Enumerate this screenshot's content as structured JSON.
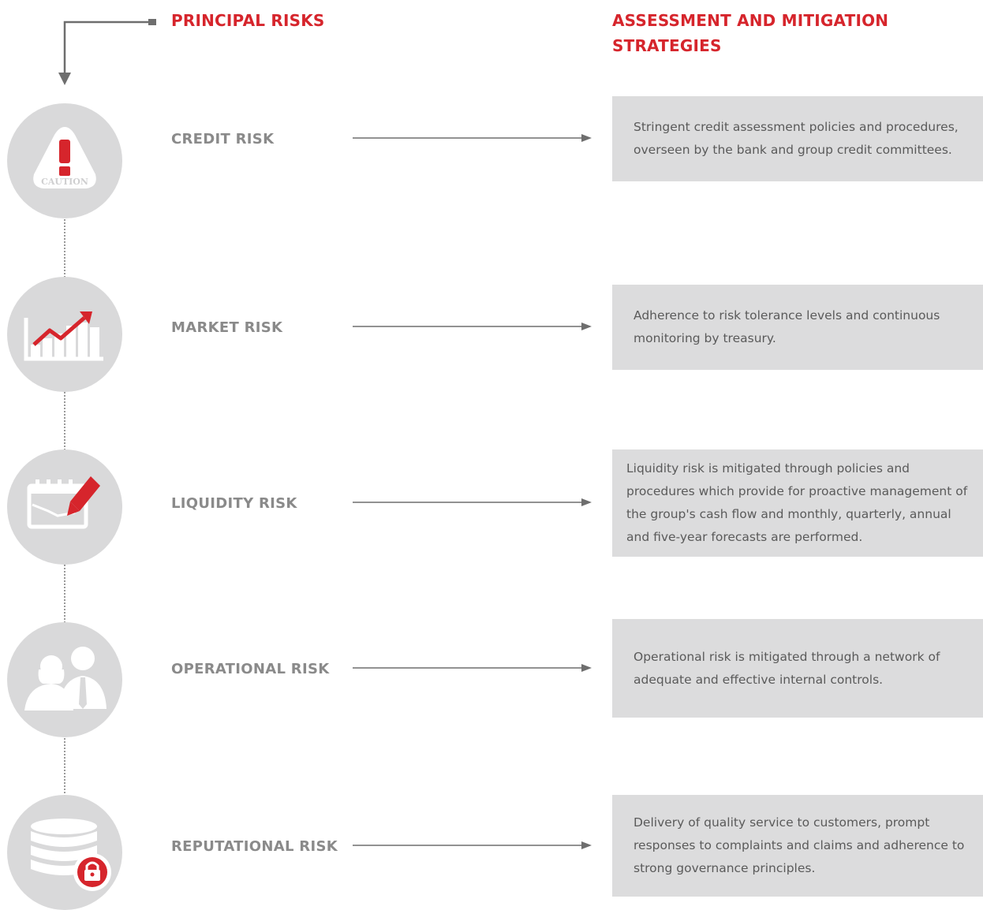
{
  "headings": {
    "principal": "PRINCIPAL RISKS",
    "assessment": "ASSESSMENT AND MITIGATION STRATEGIES"
  },
  "colors": {
    "accent": "#d6252c",
    "label": "#8a8a8a",
    "box": "#dcdcdd",
    "circle": "#d9d9da",
    "line": "#6e6e6e"
  },
  "risks": [
    {
      "label": "CREDIT RISK",
      "icon": "caution-sign-icon",
      "icon_text": "CAUTION",
      "mitigation": "Stringent credit assessment policies and procedures, overseen by the bank and group credit committees."
    },
    {
      "label": "MARKET RISK",
      "icon": "rising-chart-icon",
      "mitigation": "Adherence to risk tolerance levels and continuous monitoring by treasury."
    },
    {
      "label": "LIQUIDITY RISK",
      "icon": "calendar-pen-icon",
      "mitigation": "Liquidity risk is mitigated through policies and procedures which provide for proactive management of the group's cash flow and monthly, quarterly, annual and five-year forecasts are performed."
    },
    {
      "label": "OPERATIONAL RISK",
      "icon": "people-icon",
      "mitigation": "Operational risk is mitigated through a network of adequate and effective internal controls."
    },
    {
      "label": "REPUTATIONAL RISK",
      "icon": "database-lock-icon",
      "mitigation": "Delivery of quality service to customers, prompt responses to complaints and claims and adherence to strong governance principles."
    }
  ]
}
